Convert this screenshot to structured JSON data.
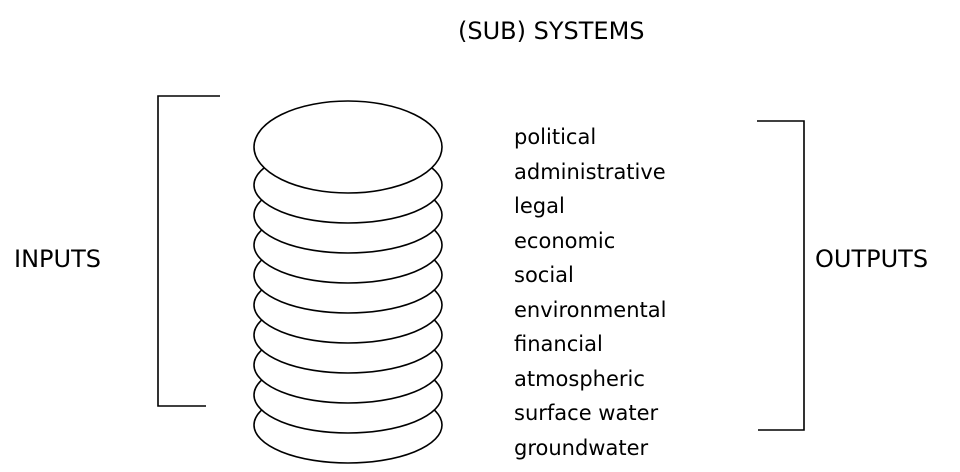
{
  "diagram": {
    "title": "(SUB) SYSTEMS",
    "inputs_label": "INPUTS",
    "outputs_label": "OUTPUTS",
    "subsystems": [
      "political",
      "administrative",
      "legal",
      "economic",
      "social",
      "environmental",
      "financial",
      "atmospheric",
      "surface water",
      "groundwater"
    ]
  }
}
